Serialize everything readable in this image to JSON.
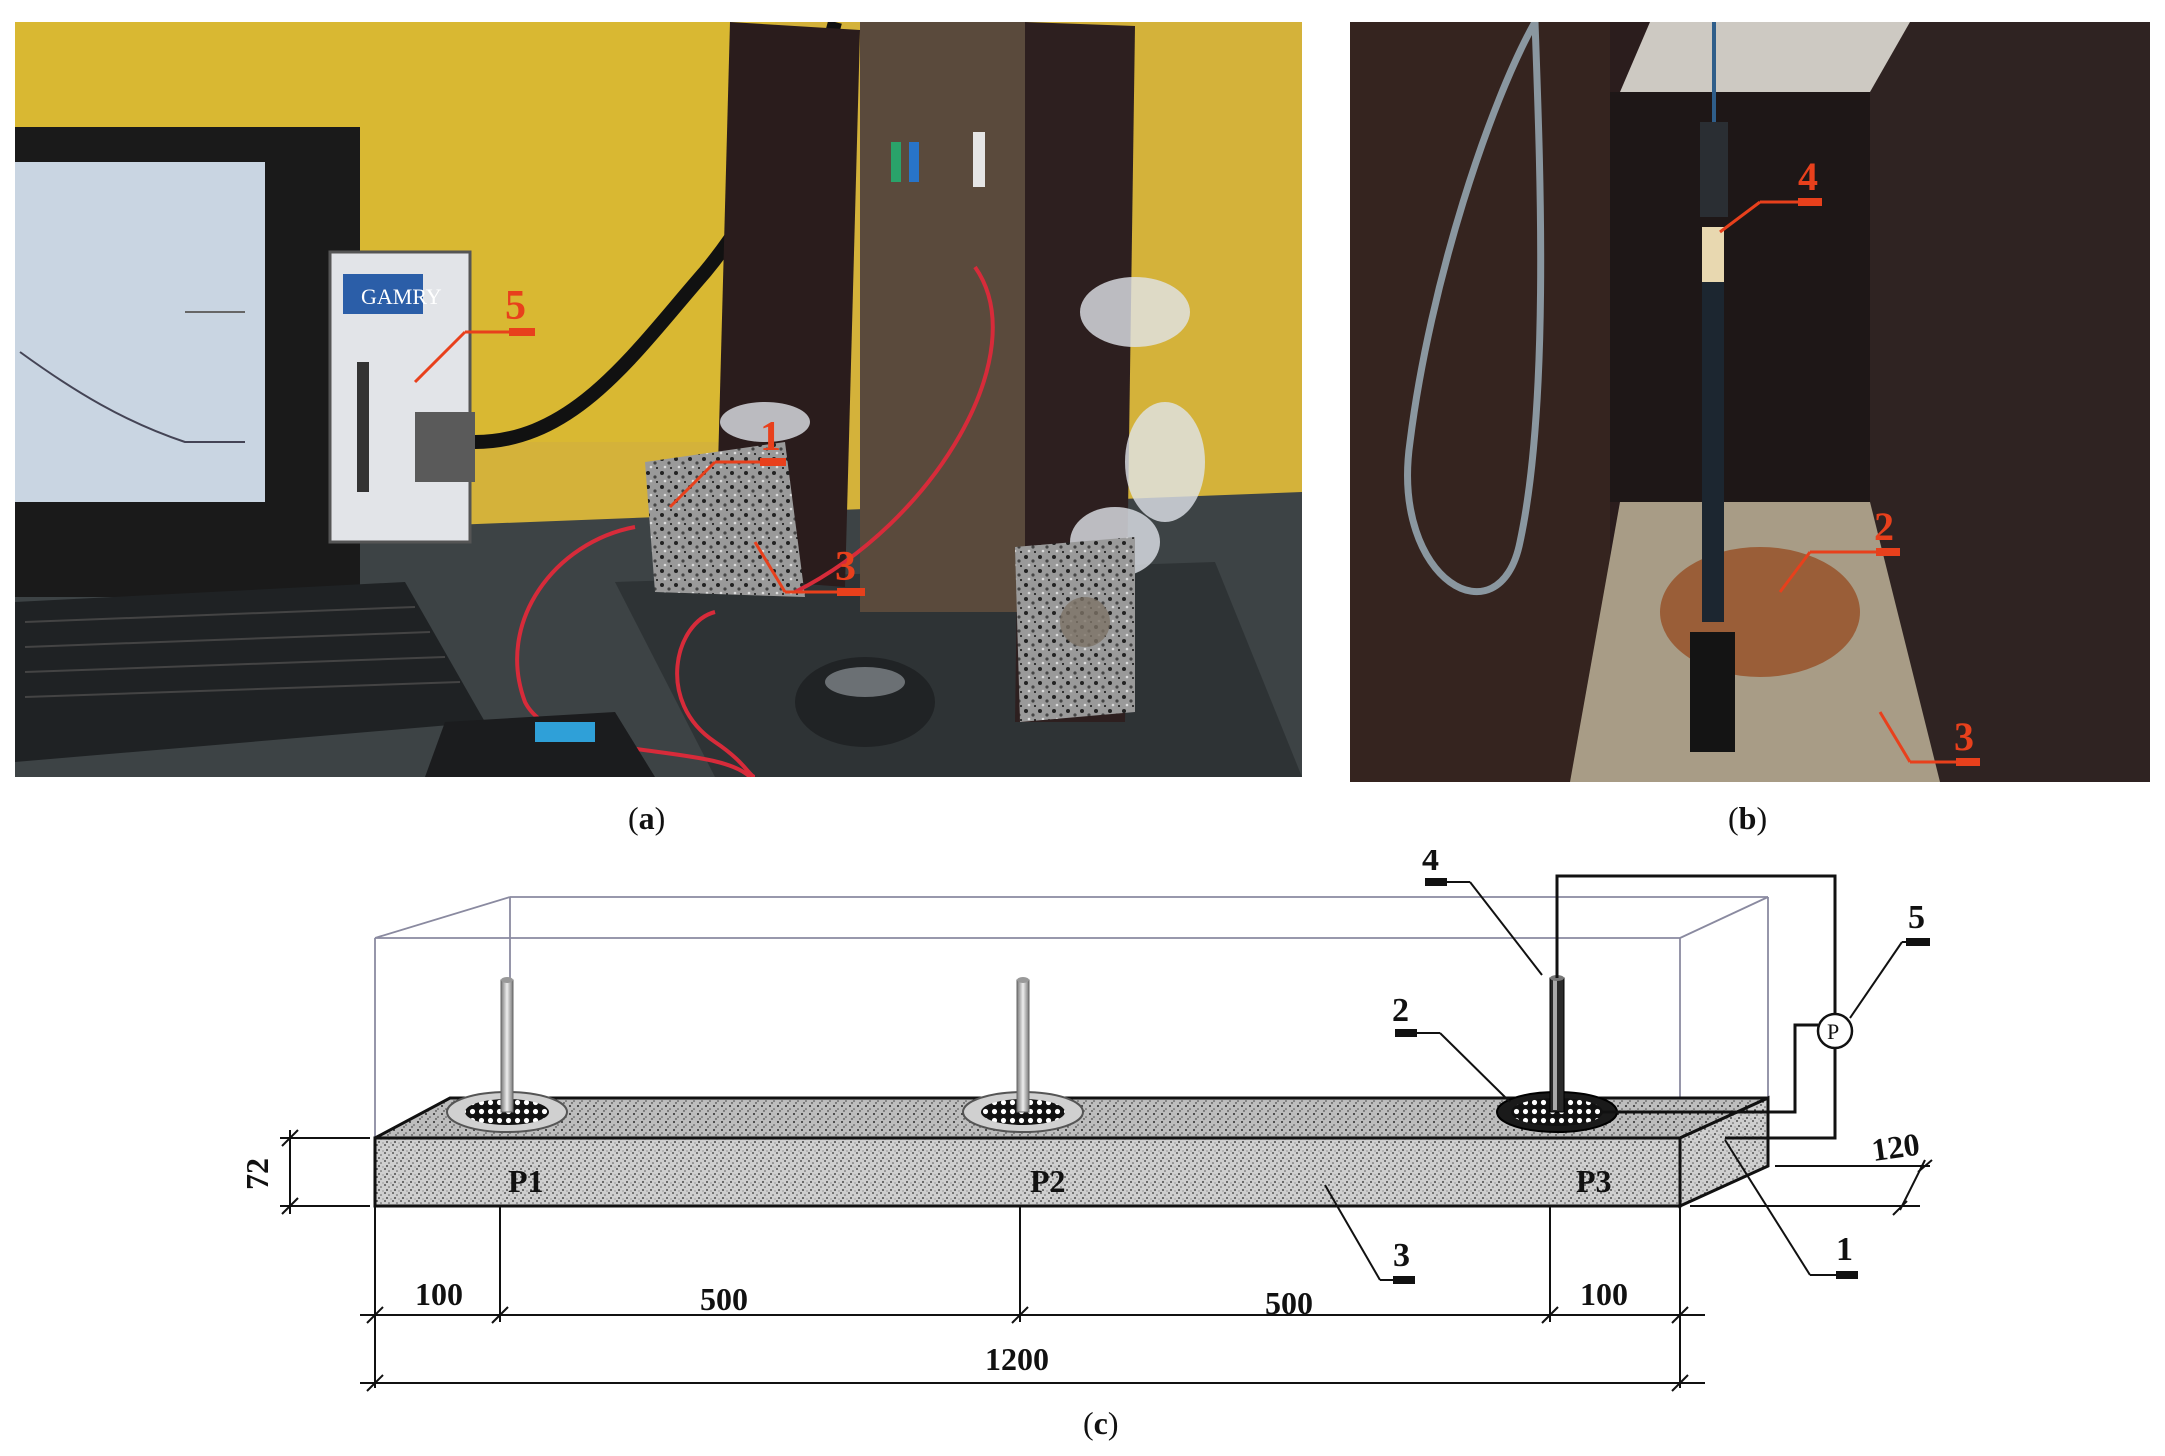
{
  "figure": {
    "panel_a": {
      "caption_letter": "a",
      "device_brand": "GAMRY",
      "markers": [
        "5",
        "1",
        "3"
      ]
    },
    "panel_b": {
      "caption_letter": "b",
      "markers": [
        "4",
        "2",
        "3"
      ]
    },
    "panel_c": {
      "caption_letter": "c",
      "markers": [
        "4",
        "5",
        "2",
        "3",
        "1"
      ],
      "points": [
        "P1",
        "P2",
        "P3"
      ],
      "meter_symbol": "P",
      "dimensions": {
        "height": "72",
        "width": "120",
        "seg1": "100",
        "seg2": "500",
        "seg3": "500",
        "seg4": "100",
        "total": "1200"
      }
    },
    "colors": {
      "marker_red": "#e8401c",
      "wall_yellow": "#d9b832",
      "concrete_gray": "#8a8a8a"
    }
  }
}
